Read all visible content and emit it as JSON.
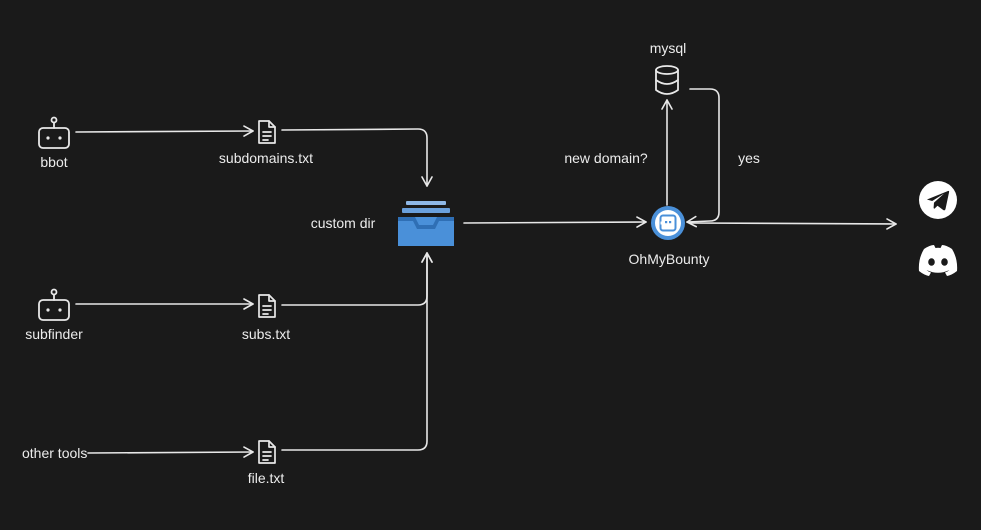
{
  "sources": [
    {
      "tool": "bbot",
      "file": "subdomains.txt",
      "tool_icon": "robot-icon",
      "file_icon": "document-icon"
    },
    {
      "tool": "subfinder",
      "file": "subs.txt",
      "tool_icon": "robot-icon",
      "file_icon": "document-icon"
    },
    {
      "tool": "other tools",
      "file": "file.txt",
      "file_icon": "document-icon"
    }
  ],
  "custom_dir": {
    "label": "custom dir",
    "icon": "inbox-tray-icon",
    "color": "#4a90d9"
  },
  "engine": {
    "label": "OhMyBounty",
    "icon": "ohmybounty-logo-icon",
    "color": "#4a90d9"
  },
  "database": {
    "label": "mysql",
    "icon": "database-icon"
  },
  "edges": {
    "new_domain": "new domain?",
    "yes": "yes"
  },
  "notifiers": [
    {
      "name": "telegram",
      "icon": "telegram-icon"
    },
    {
      "name": "discord",
      "icon": "discord-icon"
    }
  ],
  "colors": {
    "background": "#1a1a1a",
    "stroke": "#e8e8e8",
    "accent": "#4a90d9"
  }
}
